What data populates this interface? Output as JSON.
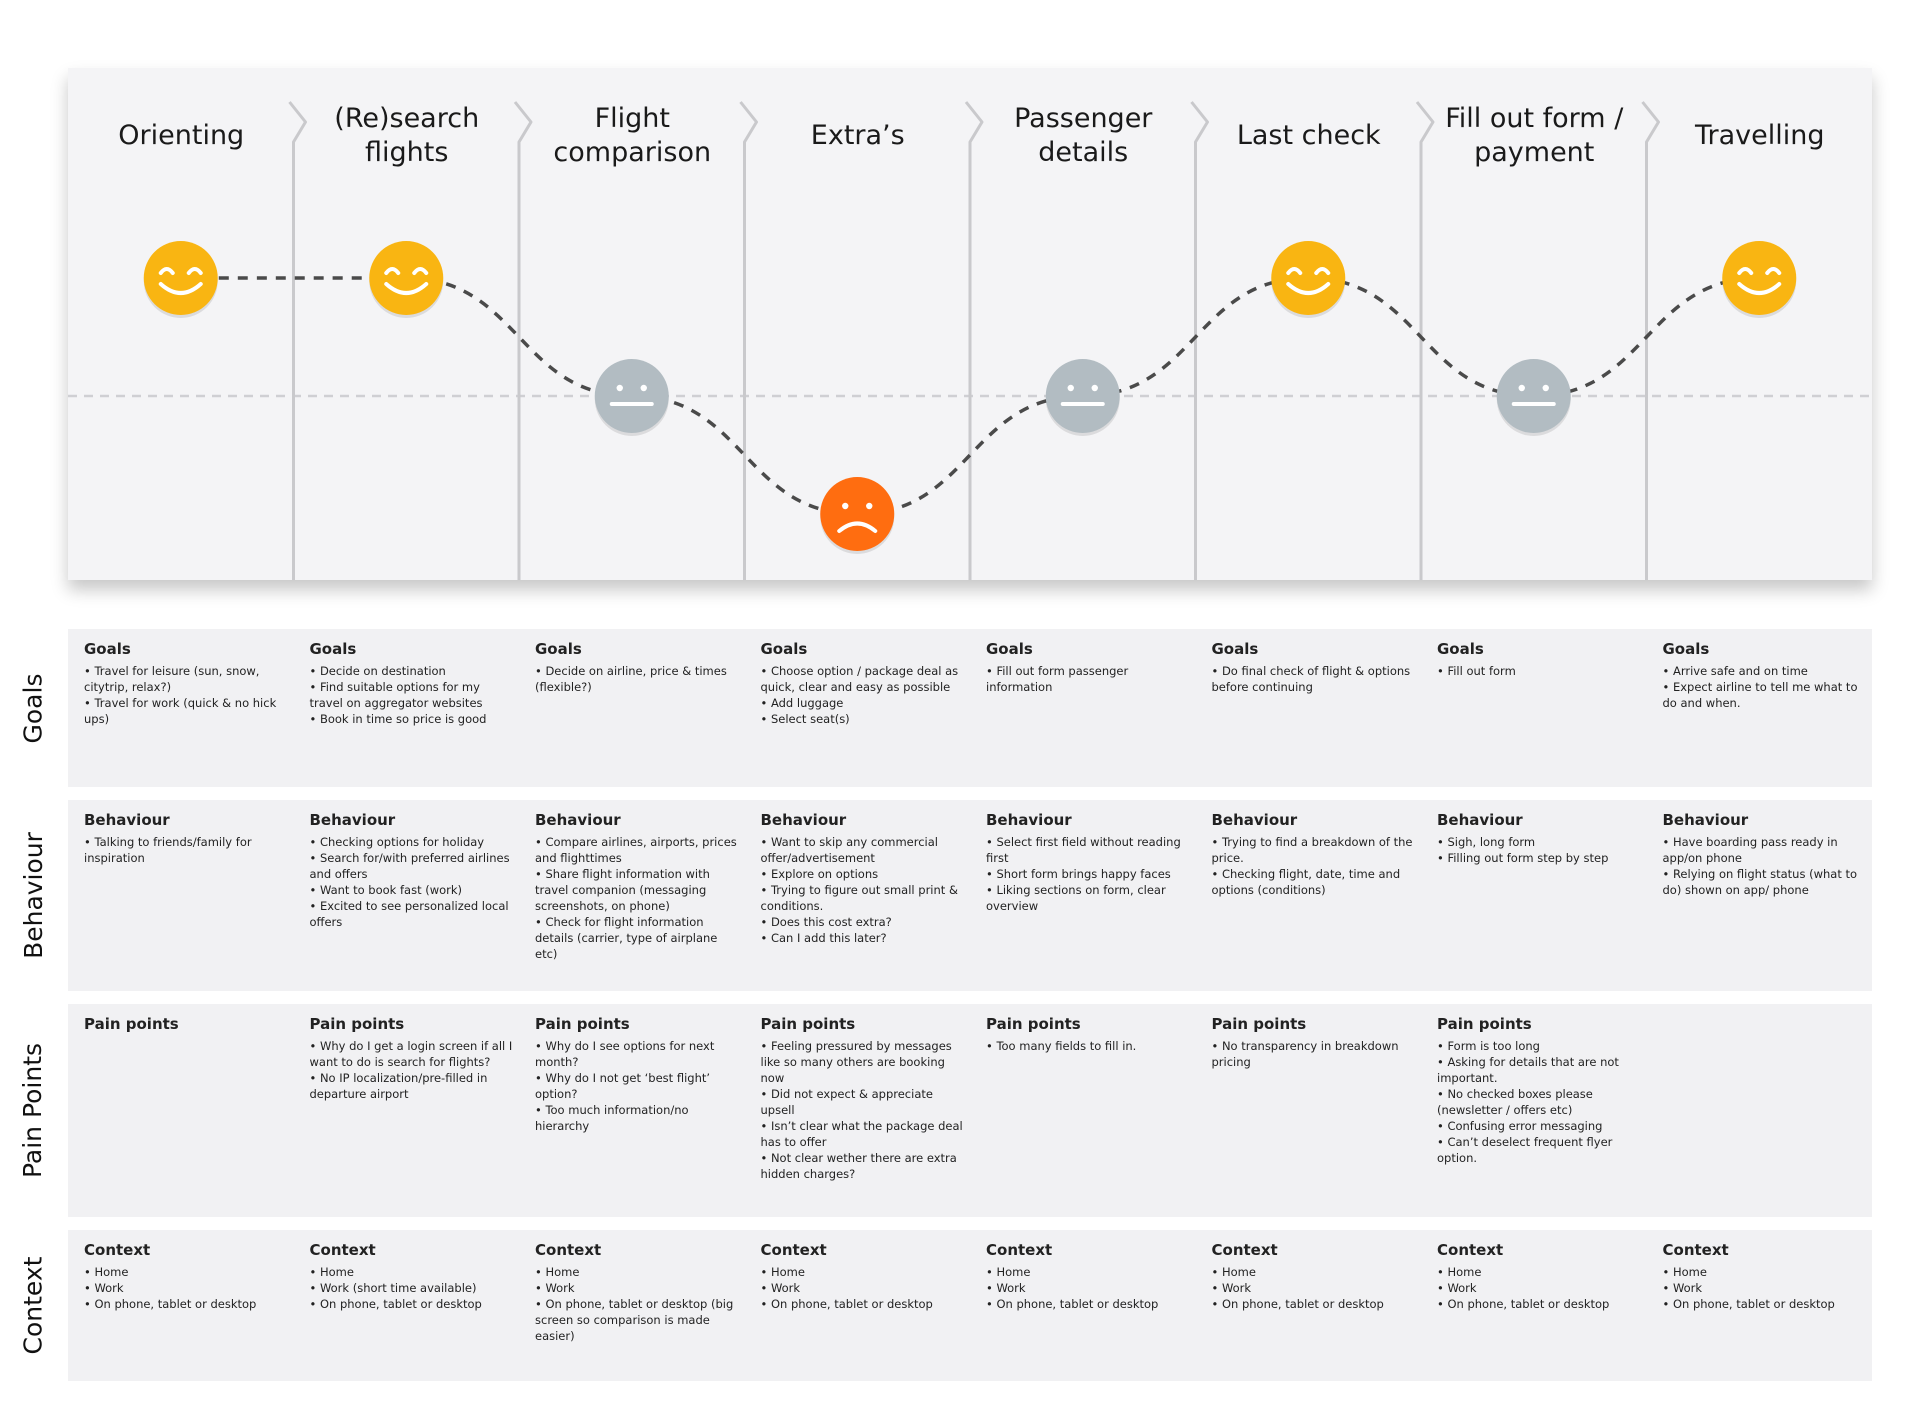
{
  "stages": [
    {
      "title": "Orienting",
      "mood": "happy"
    },
    {
      "title": "(Re)search flights",
      "mood": "happy"
    },
    {
      "title": "Flight comparison",
      "mood": "neutral"
    },
    {
      "title": "Extra’s",
      "mood": "sad"
    },
    {
      "title": "Passenger details",
      "mood": "neutral"
    },
    {
      "title": "Last check",
      "mood": "happy"
    },
    {
      "title": "Fill out form / payment",
      "mood": "neutral"
    },
    {
      "title": "Travelling",
      "mood": "happy"
    }
  ],
  "mood_scale": {
    "happy": 1,
    "neutral": 0,
    "sad": -1
  },
  "colors": {
    "happy": "#f9b512",
    "neutral": "#b2bcc2",
    "sad": "#ff6d10",
    "panel": "#f4f4f6",
    "row": "#f1f1f3"
  },
  "rows": [
    {
      "label": "Goals",
      "cells": [
        {
          "title": "Goals",
          "items": [
            "Travel for leisure (sun, snow, citytrip, relax?)",
            "Travel for work (quick & no hick ups)"
          ]
        },
        {
          "title": "Goals",
          "items": [
            "Decide on destination",
            "Find suitable options for my travel on aggregator websites",
            "Book in time so price is good"
          ]
        },
        {
          "title": "Goals",
          "items": [
            "Decide on airline, price & times (flexible?)"
          ]
        },
        {
          "title": "Goals",
          "items": [
            "Choose option / package deal as quick, clear and easy as possible",
            "Add luggage",
            "Select seat(s)"
          ]
        },
        {
          "title": "Goals",
          "items": [
            "Fill out form passenger information"
          ]
        },
        {
          "title": "Goals",
          "items": [
            "Do final check of flight & options before continuing"
          ]
        },
        {
          "title": "Goals",
          "items": [
            "Fill out form"
          ]
        },
        {
          "title": "Goals",
          "items": [
            "Arrive safe and on time",
            "Expect airline to tell me what to do and when."
          ]
        }
      ]
    },
    {
      "label": "Behaviour",
      "cells": [
        {
          "title": "Behaviour",
          "items": [
            "Talking to friends/family for inspiration"
          ]
        },
        {
          "title": "Behaviour",
          "items": [
            "Checking options for holiday",
            "Search for/with preferred airlines and offers",
            "Want to book fast (work)",
            "Excited to see personalized local offers"
          ]
        },
        {
          "title": "Behaviour",
          "items": [
            "Compare airlines, airports, prices and flighttimes",
            "Share flight information with travel companion (messaging screenshots, on phone)",
            "Check for flight information details (carrier, type of airplane etc)"
          ]
        },
        {
          "title": "Behaviour",
          "items": [
            "Want to skip any commercial offer/advertisement",
            "Explore on options",
            "Trying to figure out small print & conditions.",
            "Does this cost extra?",
            "Can I add this later?"
          ]
        },
        {
          "title": "Behaviour",
          "items": [
            "Select first field without reading first",
            "Short form brings happy faces",
            "Liking sections on form, clear overview"
          ]
        },
        {
          "title": "Behaviour",
          "items": [
            "Trying to find a breakdown of the price.",
            "Checking flight, date, time and options (conditions)"
          ]
        },
        {
          "title": "Behaviour",
          "items": [
            "Sigh, long form",
            "Filling out form step by step"
          ]
        },
        {
          "title": "Behaviour",
          "items": [
            "Have boarding pass ready in app/on phone",
            "Relying on flight status (what to do) shown on app/ phone"
          ]
        }
      ]
    },
    {
      "label": "Pain Points",
      "cells": [
        {
          "title": "Pain points",
          "items": []
        },
        {
          "title": "Pain points",
          "items": [
            "Why do I get a login screen if all I want to do is search for flights?",
            "No IP localization/pre-filled in departure airport"
          ]
        },
        {
          "title": "Pain points",
          "items": [
            "Why do I see options for next month?",
            "Why do I not get ‘best flight’ option?",
            "Too much information/no hierarchy"
          ]
        },
        {
          "title": "Pain points",
          "items": [
            "Feeling pressured by messages like so many others are booking now",
            "Did not expect & appreciate upsell",
            "Isn’t clear what the package deal has to offer",
            "Not clear wether there are extra hidden charges?"
          ]
        },
        {
          "title": "Pain points",
          "items": [
            "Too many fields to fill in."
          ]
        },
        {
          "title": "Pain points",
          "items": [
            "No transparency in breakdown pricing"
          ]
        },
        {
          "title": "Pain points",
          "items": [
            "Form is too long",
            "Asking for details that are not important.",
            "No checked boxes please (newsletter / offers etc)",
            "Confusing error messaging",
            "Can’t deselect frequent flyer option."
          ]
        },
        {
          "title": "",
          "items": []
        }
      ]
    },
    {
      "label": "Context",
      "cells": [
        {
          "title": "Context",
          "items": [
            "Home",
            "Work",
            "On phone, tablet or desktop"
          ]
        },
        {
          "title": "Context",
          "items": [
            "Home",
            "Work (short time available)",
            "On phone, tablet or desktop"
          ]
        },
        {
          "title": "Context",
          "items": [
            "Home",
            "Work",
            "On phone, tablet or desktop (big screen so comparison is made easier)"
          ]
        },
        {
          "title": "Context",
          "items": [
            "Home",
            "Work",
            "On phone, tablet or desktop"
          ]
        },
        {
          "title": "Context",
          "items": [
            "Home",
            "Work",
            "On phone, tablet or desktop"
          ]
        },
        {
          "title": "Context",
          "items": [
            "Home",
            "Work",
            "On phone, tablet or desktop"
          ]
        },
        {
          "title": "Context",
          "items": [
            "Home",
            "Work",
            "On phone, tablet or desktop"
          ]
        },
        {
          "title": "Context",
          "items": [
            "Home",
            "Work",
            "On phone, tablet or desktop"
          ]
        }
      ]
    }
  ]
}
